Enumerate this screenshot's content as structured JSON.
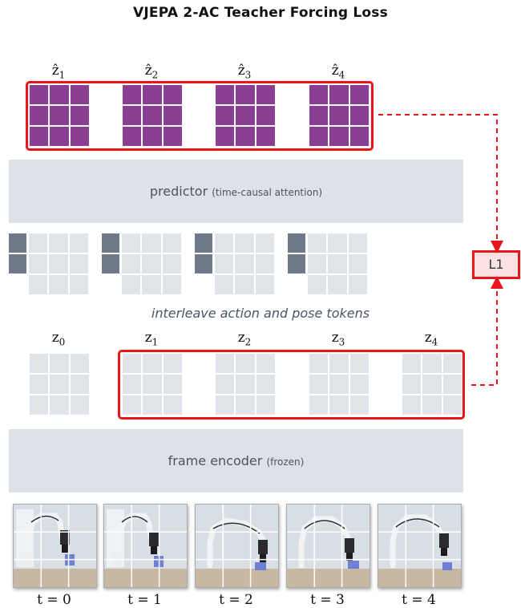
{
  "title": "VJEPA 2-AC Teacher Forcing Loss",
  "predicted_tokens": [
    {
      "name": "ẑ",
      "sub": "1"
    },
    {
      "name": "ẑ",
      "sub": "2"
    },
    {
      "name": "ẑ",
      "sub": "3"
    },
    {
      "name": "ẑ",
      "sub": "4"
    }
  ],
  "predictor": {
    "label": "predictor",
    "note": "(time-causal attention)"
  },
  "interleave_caption": "interleave action and pose tokens",
  "encoded_tokens": [
    {
      "name": "z",
      "sub": "0"
    },
    {
      "name": "z",
      "sub": "1"
    },
    {
      "name": "z",
      "sub": "2"
    },
    {
      "name": "z",
      "sub": "3"
    },
    {
      "name": "z",
      "sub": "4"
    }
  ],
  "encoder": {
    "label": "frame encoder",
    "note": "(frozen)"
  },
  "frames": [
    {
      "label": "t = 0"
    },
    {
      "label": "t = 1"
    },
    {
      "label": "t = 2"
    },
    {
      "label": "t = 3"
    },
    {
      "label": "t = 4"
    }
  ],
  "loss": {
    "label": "L1"
  },
  "colors": {
    "predicted": "#8b3f93",
    "patch": "#e0e3e8",
    "action": "#6e7a88",
    "highlight": "#e8161b",
    "band": "#dee1e8"
  }
}
